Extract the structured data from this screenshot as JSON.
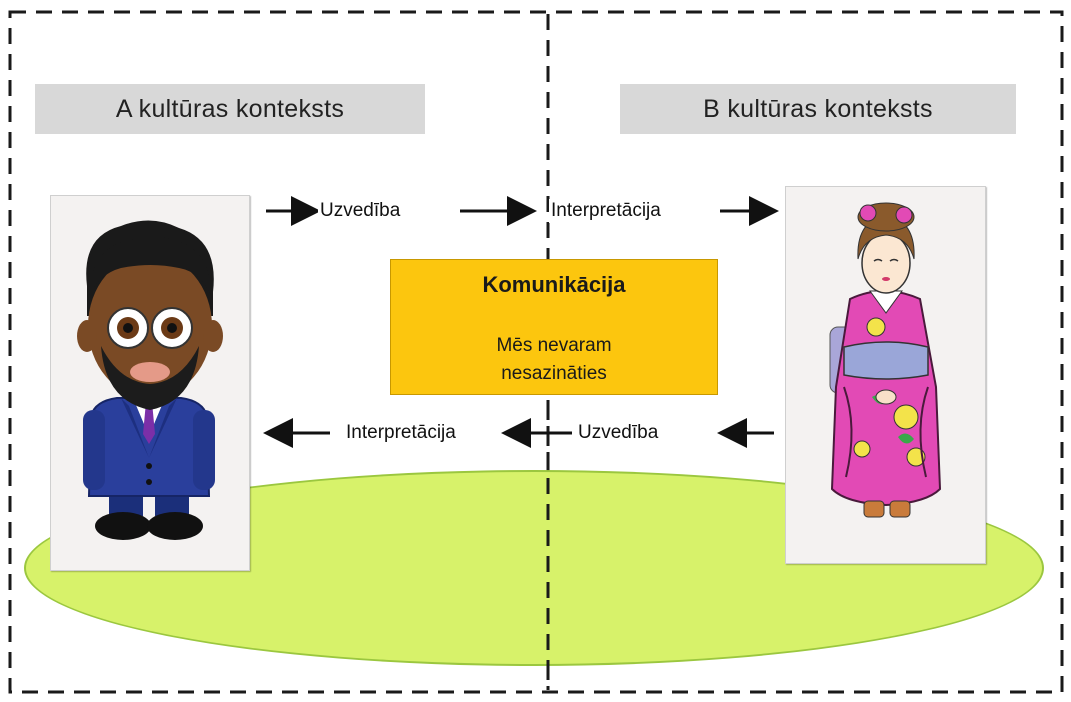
{
  "contexts": {
    "a_label": "A kultūras konteksts",
    "b_label": "B kultūras konteksts"
  },
  "top_flow": {
    "left_word": "Uzvedība",
    "right_word": "Interpretācija"
  },
  "bottom_flow": {
    "left_word": "Interpretācija",
    "right_word": "Uzvedība"
  },
  "center_box": {
    "title": "Komunikācija",
    "subtitle": "Mēs nevaram\nnesazināties"
  },
  "colors": {
    "ground": "#d7f26a",
    "center_box": "#fcc60e",
    "context_label_bg": "#d8d8d8"
  },
  "icons": {
    "person_a": "bearded-man-in-suit-illustration",
    "person_b": "woman-in-kimono-illustration"
  }
}
